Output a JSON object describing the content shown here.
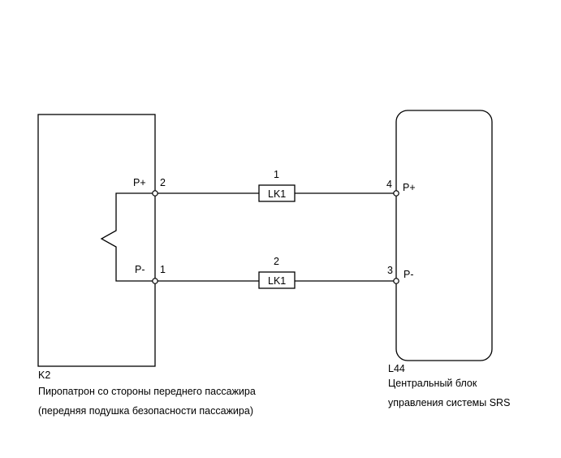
{
  "left_component": {
    "code": "K2",
    "name_line1": "Пиропатрон со стороны переднего пассажира",
    "name_line2": "(передняя подушка безопасности пассажира)",
    "pins": [
      {
        "number": "2",
        "label": "P+"
      },
      {
        "number": "1",
        "label": "P-"
      }
    ]
  },
  "right_component": {
    "code": "L44",
    "name_line1": "Центральный блок",
    "name_line2": "управления системы SRS",
    "pins": [
      {
        "number": "4",
        "label": "P+"
      },
      {
        "number": "3",
        "label": "P-"
      }
    ]
  },
  "wires": [
    {
      "number": "1",
      "connector": "LK1"
    },
    {
      "number": "2",
      "connector": "LK1"
    }
  ]
}
